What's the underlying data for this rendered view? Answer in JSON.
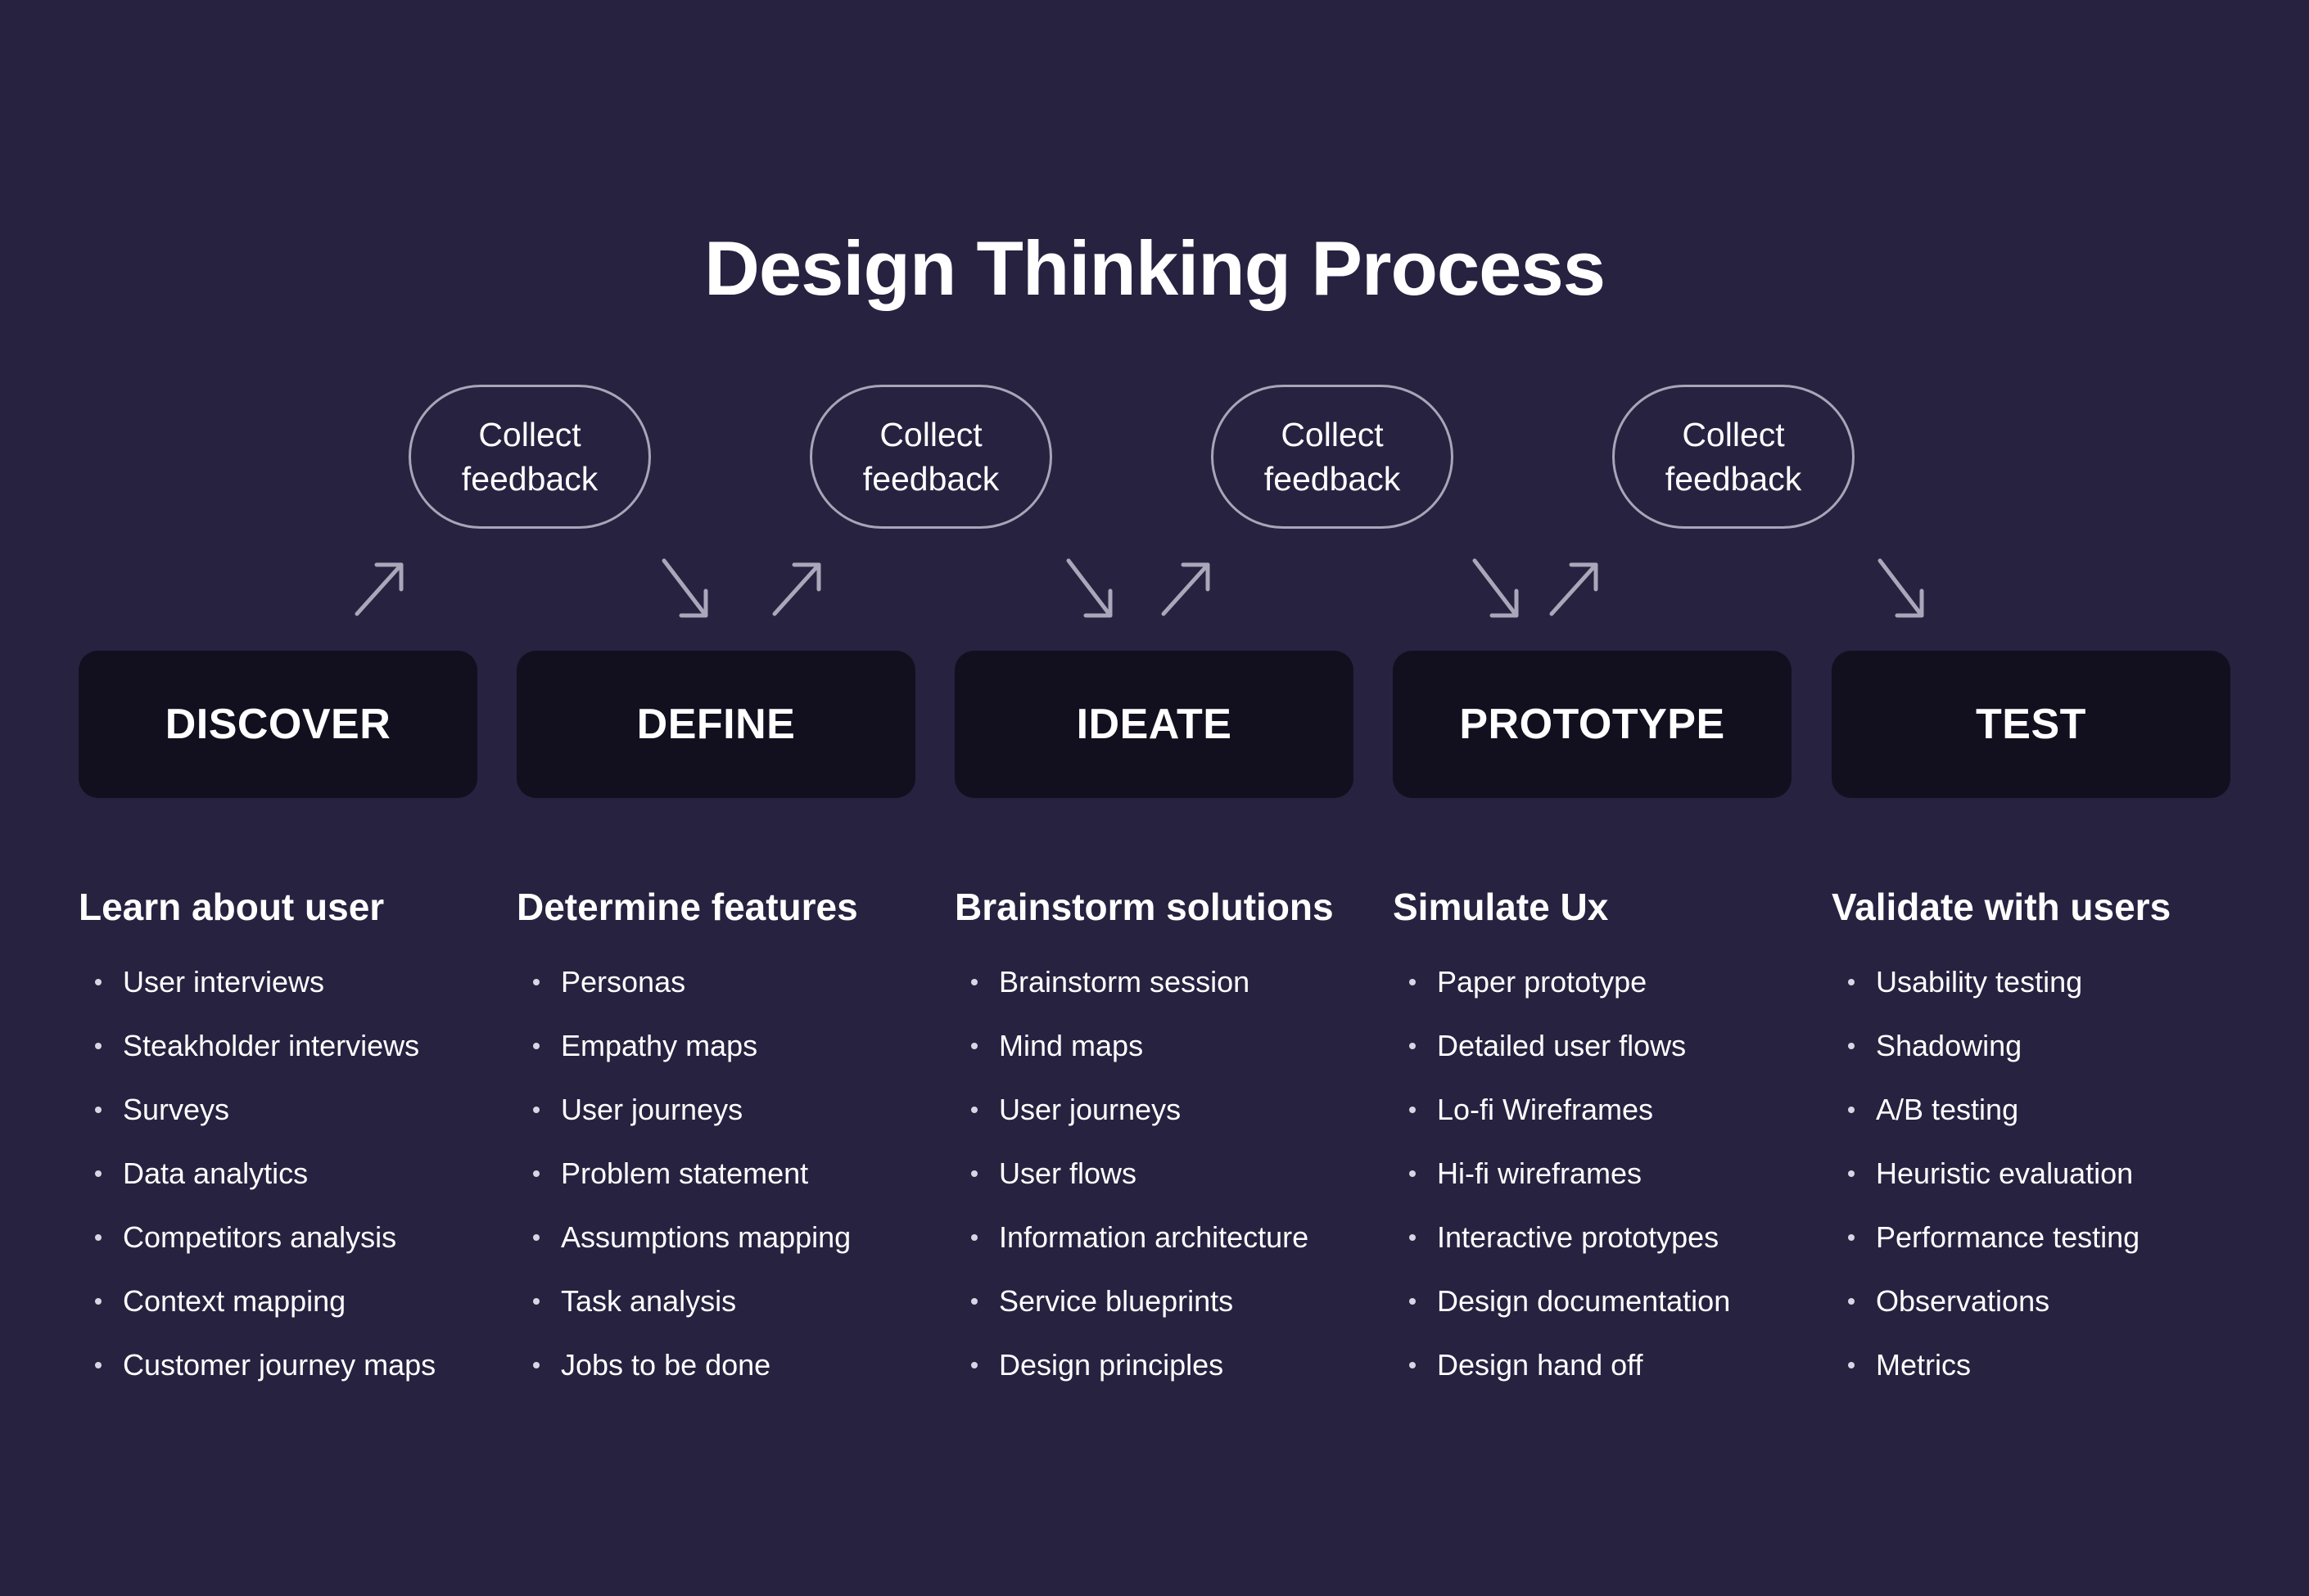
{
  "title": "Design Thinking Process",
  "colors": {
    "background": "#262240",
    "stage_box": "#12101f",
    "outline": "#a7a5b8",
    "text": "#ffffff"
  },
  "feedback": [
    {
      "line1": "Collect",
      "line2": "feedback"
    },
    {
      "line1": "Collect",
      "line2": "feedback"
    },
    {
      "line1": "Collect",
      "line2": "feedback"
    },
    {
      "line1": "Collect",
      "line2": "feedback"
    }
  ],
  "stages": [
    {
      "label": "DISCOVER",
      "heading": "Learn about user",
      "items": [
        "User interviews",
        "Steakholder interviews",
        "Surveys",
        "Data analytics",
        "Competitors analysis",
        "Context mapping",
        "Customer journey maps"
      ]
    },
    {
      "label": "DEFINE",
      "heading": "Determine features",
      "items": [
        "Personas",
        "Empathy maps",
        "User journeys",
        "Problem statement",
        "Assumptions mapping",
        "Task analysis",
        "Jobs to be done"
      ]
    },
    {
      "label": "IDEATE",
      "heading": "Brainstorm solutions",
      "items": [
        "Brainstorm session",
        "Mind maps",
        "User journeys",
        "User flows",
        "Information architecture",
        "Service blueprints",
        "Design principles"
      ]
    },
    {
      "label": "PROTOTYPE",
      "heading": "Simulate Ux",
      "items": [
        "Paper prototype",
        "Detailed user flows",
        "Lo-fi Wireframes",
        "Hi-fi wireframes",
        "Interactive prototypes",
        "Design documentation",
        "Design hand off"
      ]
    },
    {
      "label": "TEST",
      "heading": "Validate with users",
      "items": [
        "Usability testing",
        "Shadowing",
        "A/B testing",
        "Heuristic evaluation",
        "Performance testing",
        "Observations",
        "Metrics"
      ]
    }
  ]
}
